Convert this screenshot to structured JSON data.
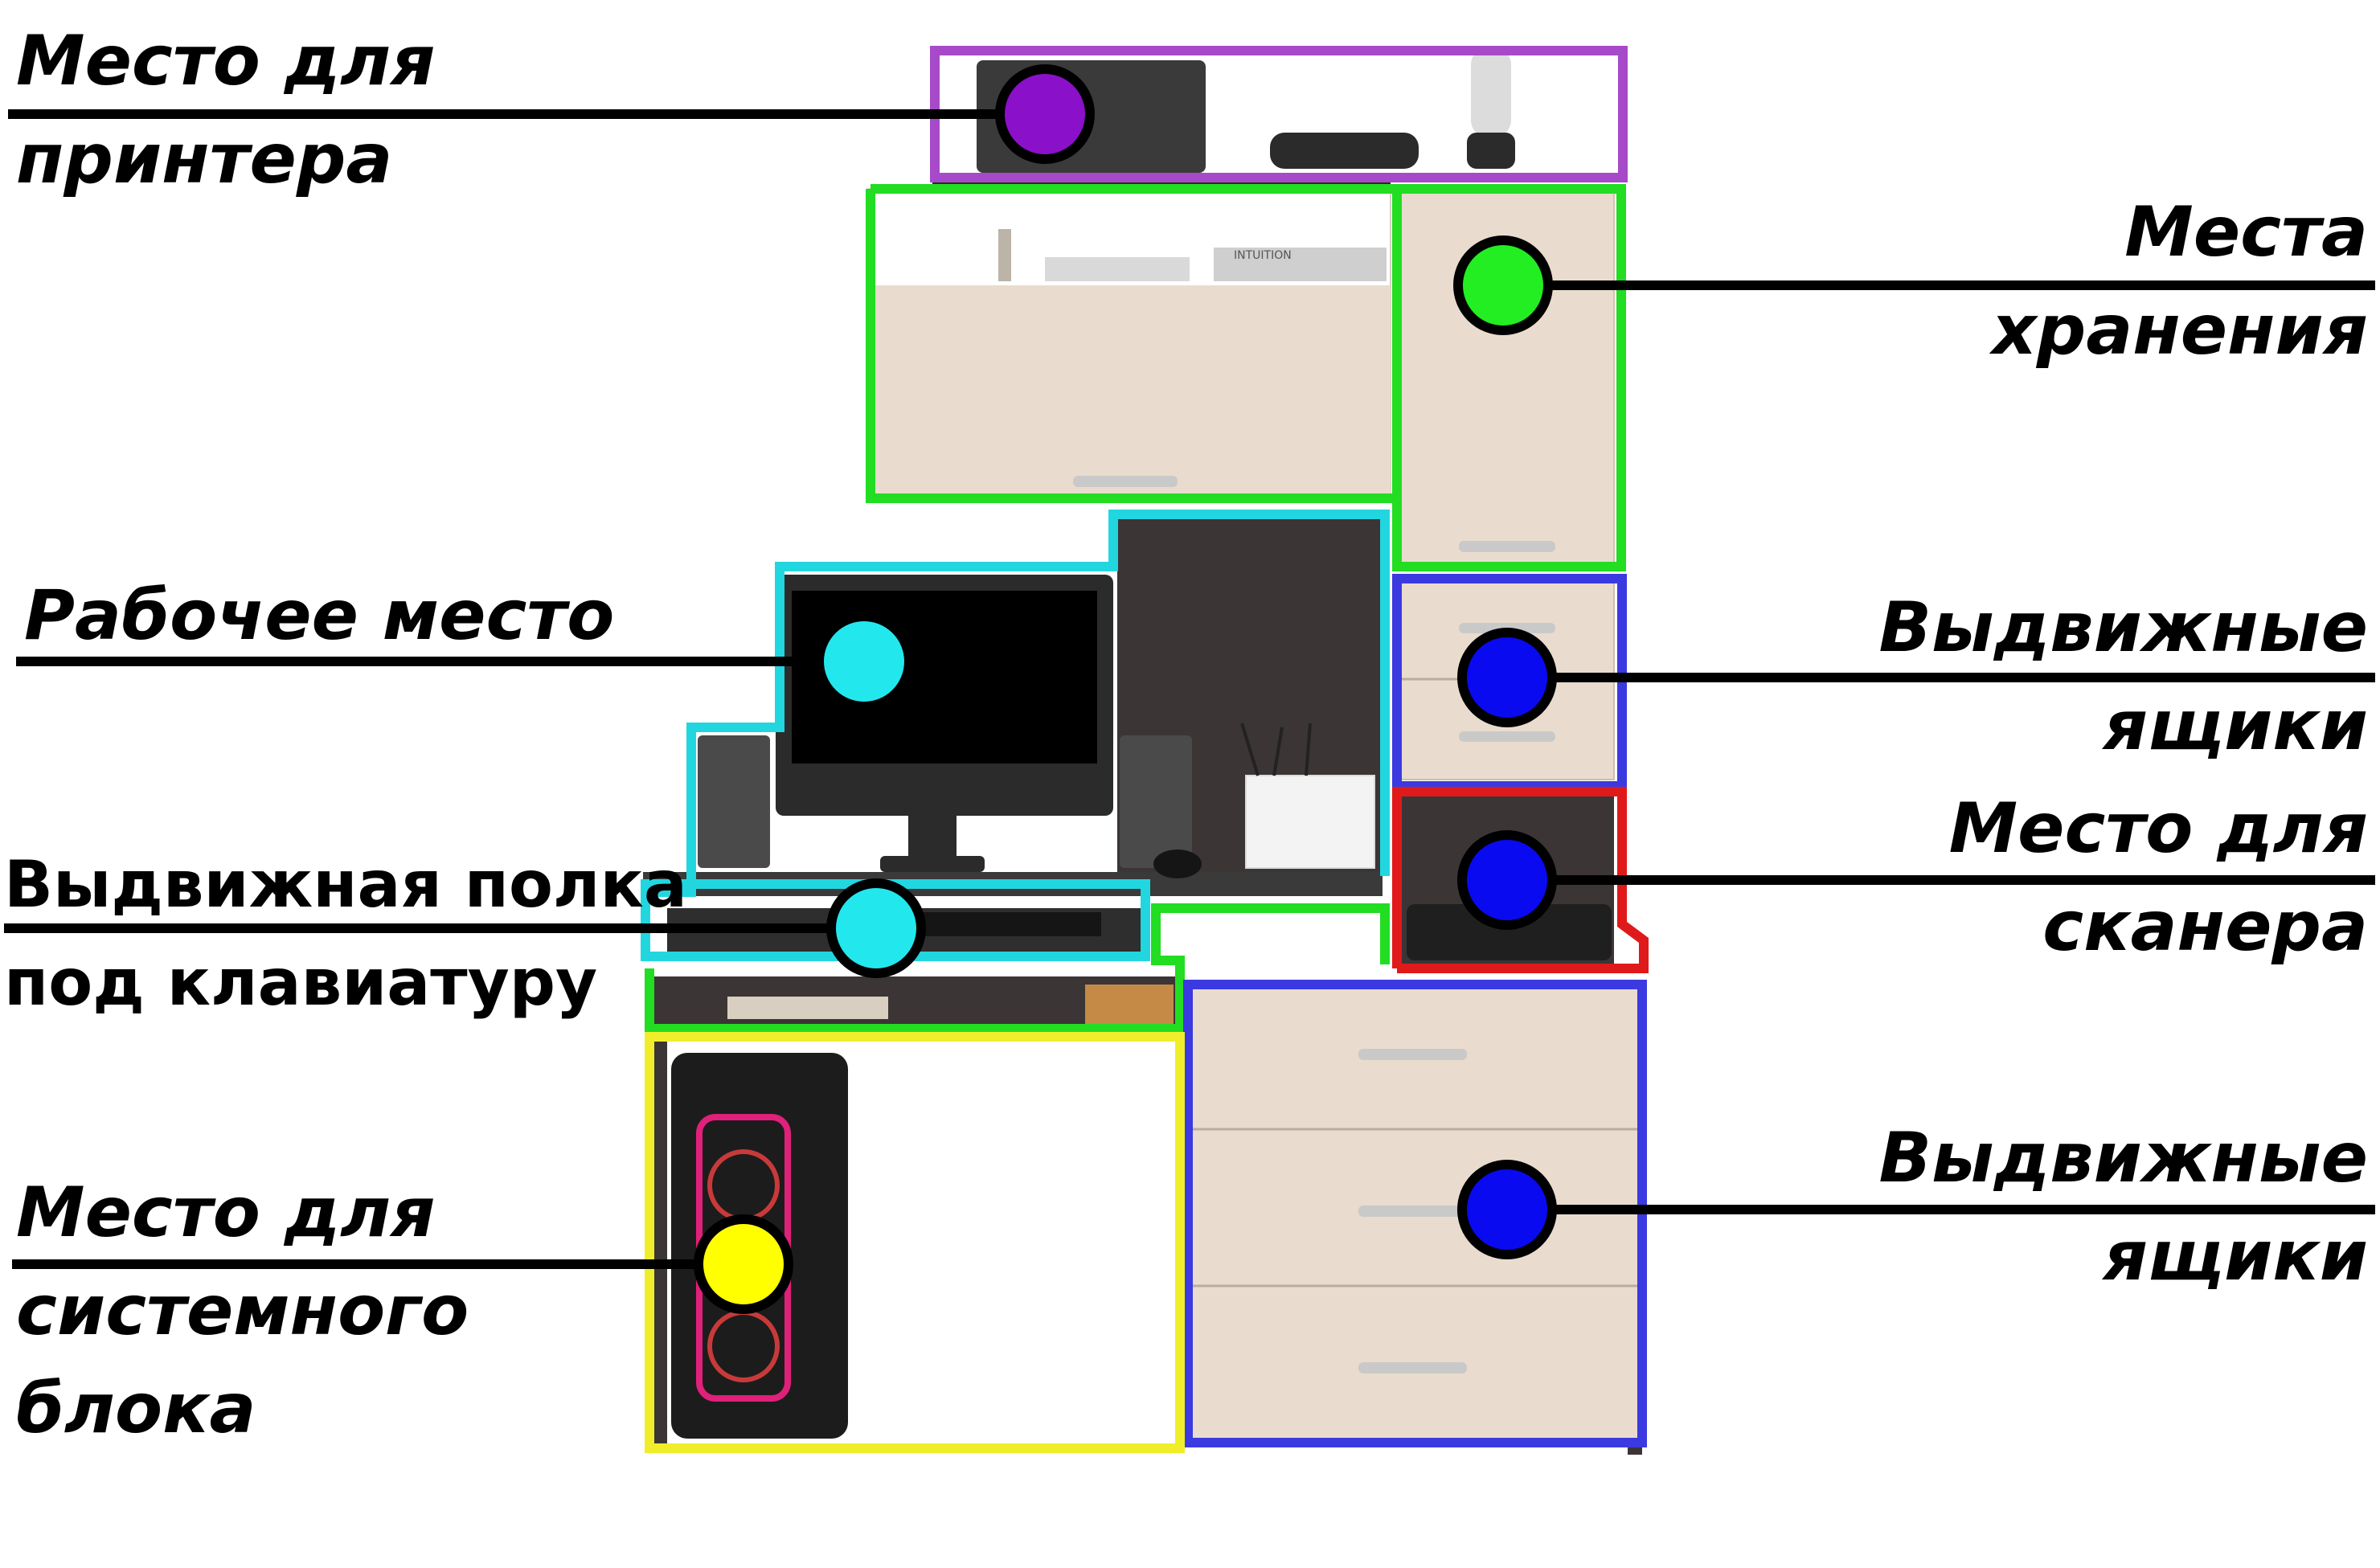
{
  "labels": {
    "printer": [
      "Место для",
      "принтера"
    ],
    "storage": [
      "Места",
      "хранения"
    ],
    "workplace": [
      "Рабочее место"
    ],
    "keyboard": [
      "Выдвижная полка",
      "под клавиатуру"
    ],
    "system_unit": [
      "Место для",
      "системного",
      "блока"
    ],
    "drawers_top": [
      "Выдвижные",
      "ящики"
    ],
    "scanner": [
      "Место для",
      "сканера"
    ],
    "drawers_bottom": [
      "Выдвижные",
      "ящики"
    ]
  },
  "decor": {
    "book_spine": "INTUITION"
  },
  "colors": {
    "printer": "#a64ac9",
    "printer_dot": "#8b10c9",
    "storage": "#22dd22",
    "workplace": "#22d6e0",
    "drawers": "#3a3ae0",
    "drawer_dot": "#0a0af0",
    "scanner": "#e01a1a",
    "system_unit": "#f0ee2a",
    "system_dot": "#ffff00",
    "wood": "#e9dcce",
    "dark_wood": "#3b3535",
    "leader": "#000000"
  }
}
